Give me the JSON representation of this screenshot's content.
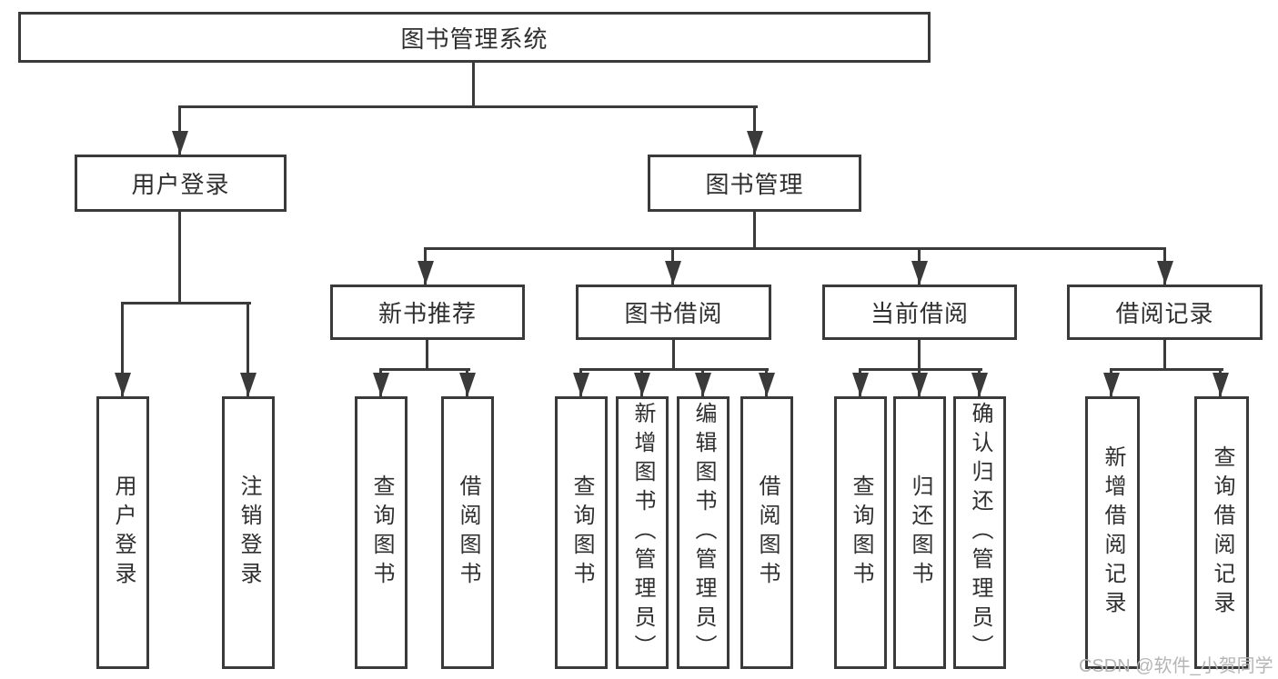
{
  "diagram": {
    "tree": {
      "label": "图书管理系统",
      "children": [
        {
          "label": "用户登录",
          "children": [
            {
              "label": "用户登录"
            },
            {
              "label": "注销登录"
            }
          ]
        },
        {
          "label": "图书管理",
          "children": [
            {
              "label": "新书推荐",
              "children": [
                {
                  "label": "查询图书"
                },
                {
                  "label": "借阅图书"
                }
              ]
            },
            {
              "label": "图书借阅",
              "children": [
                {
                  "label": "查询图书"
                },
                {
                  "label": "新增图书（管理员）"
                },
                {
                  "label": "编辑图书（管理员）"
                },
                {
                  "label": "借阅图书"
                }
              ]
            },
            {
              "label": "当前借阅",
              "children": [
                {
                  "label": "查询图书"
                },
                {
                  "label": "归还图书"
                },
                {
                  "label": "确认归还（管理员）"
                }
              ]
            },
            {
              "label": "借阅记录",
              "children": [
                {
                  "label": "新增借阅记录"
                },
                {
                  "label": "查询借阅记录"
                }
              ]
            }
          ]
        }
      ]
    },
    "watermark": "CSDN @软件_小贺同学",
    "colors": {
      "line": "#3a3a3a",
      "text": "#2f2f2f",
      "watermark": "#b5b5b5",
      "background": "#ffffff"
    }
  }
}
